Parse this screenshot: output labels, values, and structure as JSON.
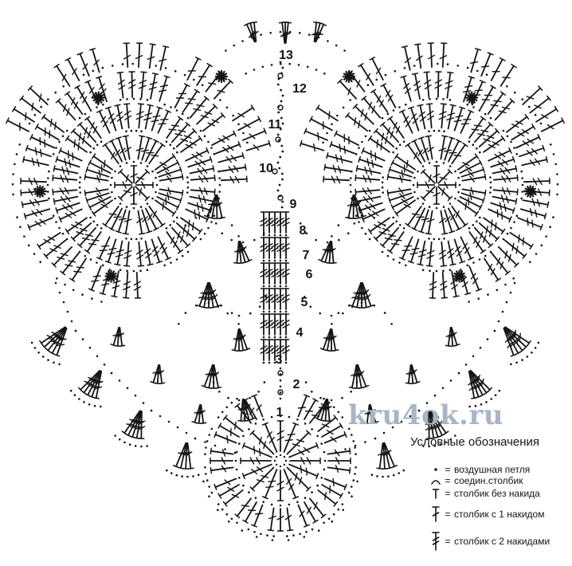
{
  "watermark": {
    "text": "kru4ok.ru",
    "color": "#a9b5c4"
  },
  "legend": {
    "title": "Условные обозначения",
    "items": [
      {
        "key": "chain",
        "eq": "=",
        "label": "воздушная петля"
      },
      {
        "key": "slip",
        "eq": "=",
        "label": "соедин.столбик"
      },
      {
        "key": "sc",
        "eq": "=",
        "label": "столбик без накида"
      },
      {
        "key": "dc",
        "eq": "=",
        "label": "столбик с 1 накидом"
      },
      {
        "key": "tr",
        "eq": "=",
        "label": "столбик с 2 накидами"
      }
    ]
  },
  "rounds": {
    "labels": [
      "13",
      "12",
      "11",
      "10",
      "9",
      "8",
      "7",
      "6",
      "5",
      "4",
      "3",
      "2",
      "1"
    ]
  },
  "diagram": {
    "type": "crochet-chart",
    "subject": "heart-shaped doily motif",
    "rounds_total": 13,
    "ink": "#141414"
  }
}
